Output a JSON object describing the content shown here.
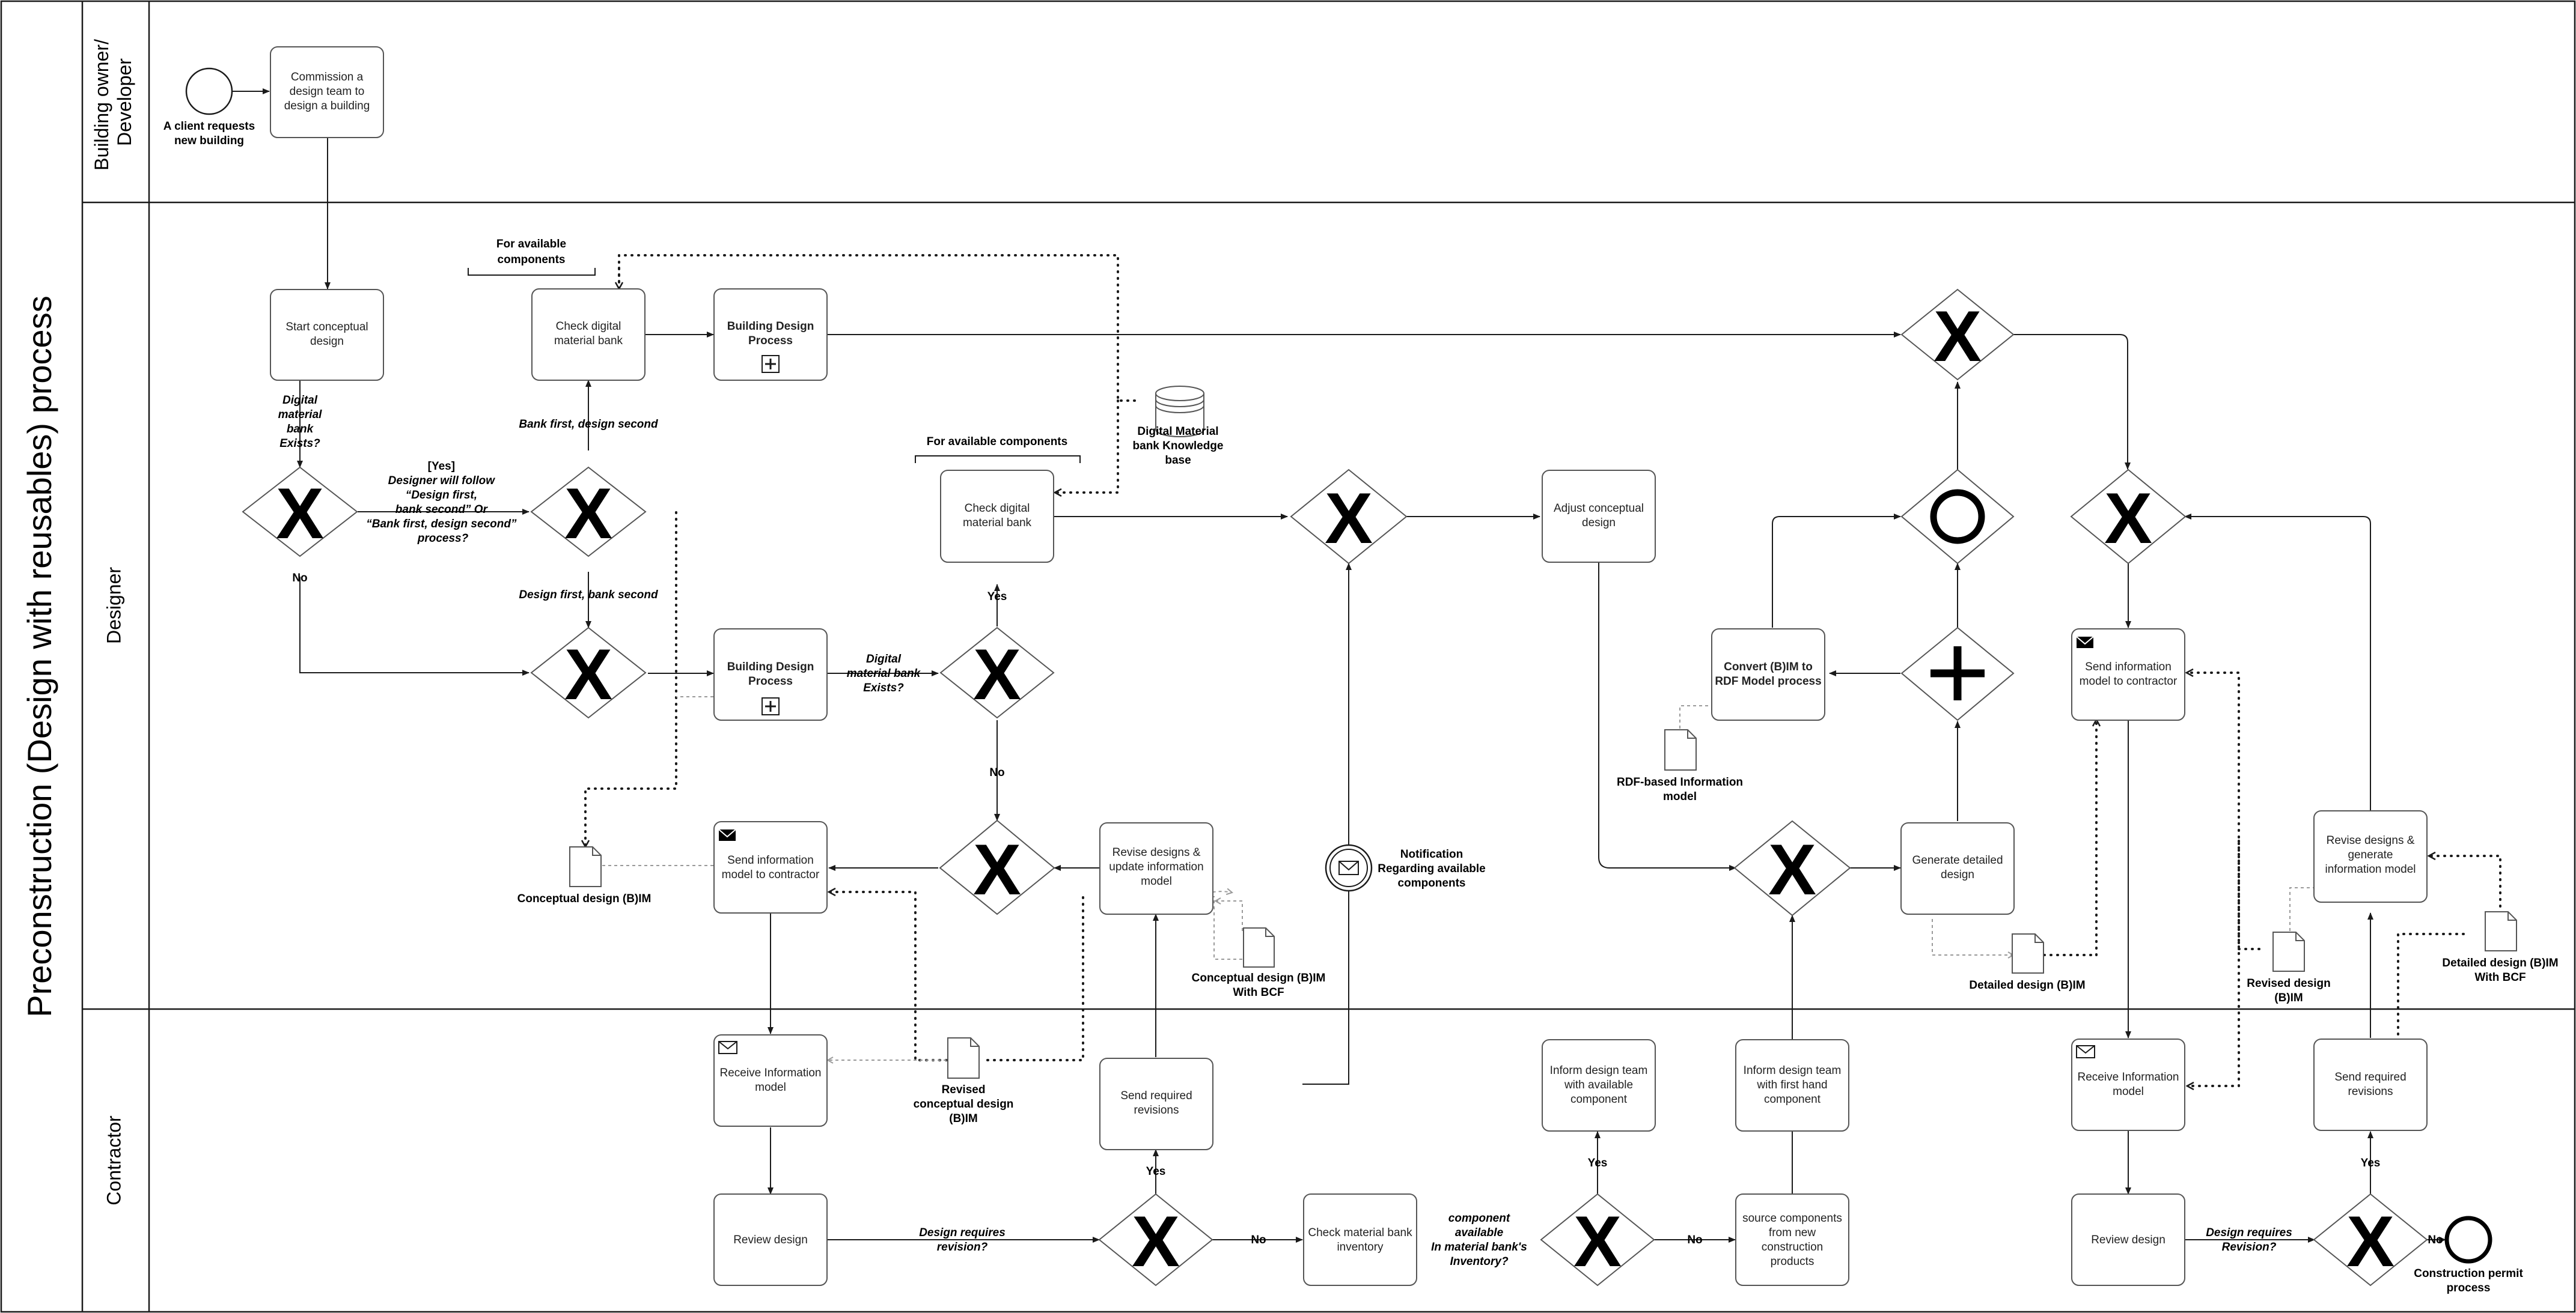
{
  "pool": {
    "title": "Preconstruction (Design with reusables) process"
  },
  "lanes": {
    "owner": "Building owner/ Developer",
    "designer": "Designer",
    "contractor": "Contractor"
  },
  "events": {
    "start": "A client requests new building",
    "end": "Construction permit process",
    "notification": "Notification Regarding available components"
  },
  "tasks": {
    "commission": "Commission a design team to design a building",
    "start_conceptual": "Start conceptual design",
    "check_bank_1": "Check digital material bank",
    "bdp_1": "Building Design Process",
    "bdp_2": "Building Design Process",
    "check_bank_2": "Check digital material bank",
    "adjust_conceptual": "Adjust conceptual design",
    "convert_rdf": "Convert (B)IM to RDF Model process",
    "send_info_1": "Send information model to contractor",
    "revise_update": "Revise designs & update information model",
    "generate_detailed": "Generate detailed design",
    "send_info_2": "Send information model to contractor",
    "revise_generate": "Revise designs & generate information model",
    "receive_info_1": "Receive Information model",
    "send_revisions_1": "Send required revisions",
    "inform_available": "Inform design team with available component",
    "inform_firsthand": "Inform design team with first hand component",
    "receive_info_2": "Receive Information model",
    "send_revisions_2": "Send required revisions",
    "review_1": "Review design",
    "check_inventory": "Check material bank inventory",
    "source_components": "source components from new construction products",
    "review_2": "Review design"
  },
  "labels": {
    "bank_exists_1": "Digital material bank Exists?",
    "yes_follow": [
      "[Yes]",
      "Designer will follow",
      "“Design first,",
      "bank second” Or",
      "“Bank first, design second”",
      "process?"
    ],
    "no_1": "No",
    "bank_first": "Bank first, design second",
    "design_first": "Design first, bank second",
    "bank_exists_2": "Digital material bank Exists?",
    "yes_2": "Yes",
    "no_2": "No",
    "requires_revision_1": "Design requires revision?",
    "yes_3": "Yes",
    "no_3": "No",
    "component_available": "component available In material bank's Inventory?",
    "yes_4": "Yes",
    "no_4": "No",
    "requires_revision_2": "Design requires Revision?",
    "yes_5": "Yes",
    "no_5": "No"
  },
  "annotations": {
    "for_available_1": "For available components",
    "for_available_2": "For available components"
  },
  "data_objects": {
    "knowledge_base": "Digital Material bank Knowledge base",
    "conceptual_bim": "Conceptual design (B)IM",
    "revised_conceptual": "Revised conceptual design (B)IM",
    "conceptual_bcf": "Conceptual design (B)IM With BCF",
    "rdf_model": "RDF-based Information model",
    "detailed_bim": "Detailed design (B)IM",
    "revised_bim": "Revised design (B)IM",
    "detailed_bcf": "Detailed design (B)IM With BCF"
  },
  "gateway_symbols": {
    "exclusive": "X",
    "inclusive": "O",
    "parallel": "+"
  },
  "colors": {
    "line": "#1a1a1a",
    "stroke": "#555555",
    "dotted_light": "#9a9a9a",
    "background": "#ffffff"
  }
}
